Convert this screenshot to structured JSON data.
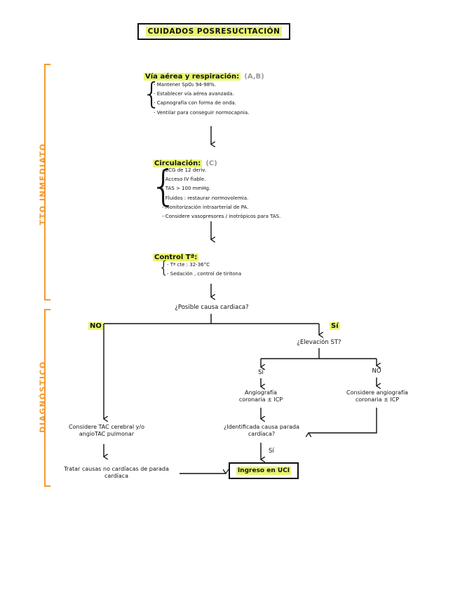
{
  "title": "CUIDADOS POSRESUCITACIÓN",
  "sections": {
    "immediate": "TTO INMEDIATO",
    "diagnosis": "DIAGNÓSTICO"
  },
  "airway": {
    "heading": "Vía aérea y respiración:",
    "tag": "(A,B)",
    "items": [
      "- Mantener SpO₂ 94-98%.",
      "- Establecer vía aérea avanzada.",
      "- Capnografía con forma de onda.",
      "- Ventilar para conseguir normocapnia."
    ]
  },
  "circulation": {
    "heading": "Circulación:",
    "tag": "(C)",
    "items": [
      "- ECG de 12 deriv.",
      "- Acceso IV fiable.",
      "- TAS > 100 mmHg.",
      "- Fluidos : restaurar normovolemia.",
      "- Monitorización intraarterial de PA.",
      "- Considere vasopresores / inotrópicos para TAS."
    ]
  },
  "temperature": {
    "heading": "Control Tª:",
    "items": [
      "- Tª cte : 32-36°C",
      "- Sedación , control de tiritona"
    ]
  },
  "cardiac_question": "¿Posible causa cardiaca?",
  "no_label": "NO",
  "si_label": "Sí",
  "st_question": "¿Elevación ST?",
  "st_si": "Sí",
  "st_no": "NO",
  "angio_si": "Angiografía coronaria ± ICP",
  "angio_no": "Considere angiografía coronaria ± ICP",
  "identified_question": "¿Identificada causa parada cardíaca?",
  "identified_si": "Sí",
  "tac": "Considere TAC cerebral y/o angioTAC pulmonar",
  "non_cardiac": "Tratar causas no cardíacas de parada cardíaca",
  "uci": "Ingreso en UCI",
  "colors": {
    "highlight": "#e9f56a",
    "orange": "#f29a2e"
  }
}
